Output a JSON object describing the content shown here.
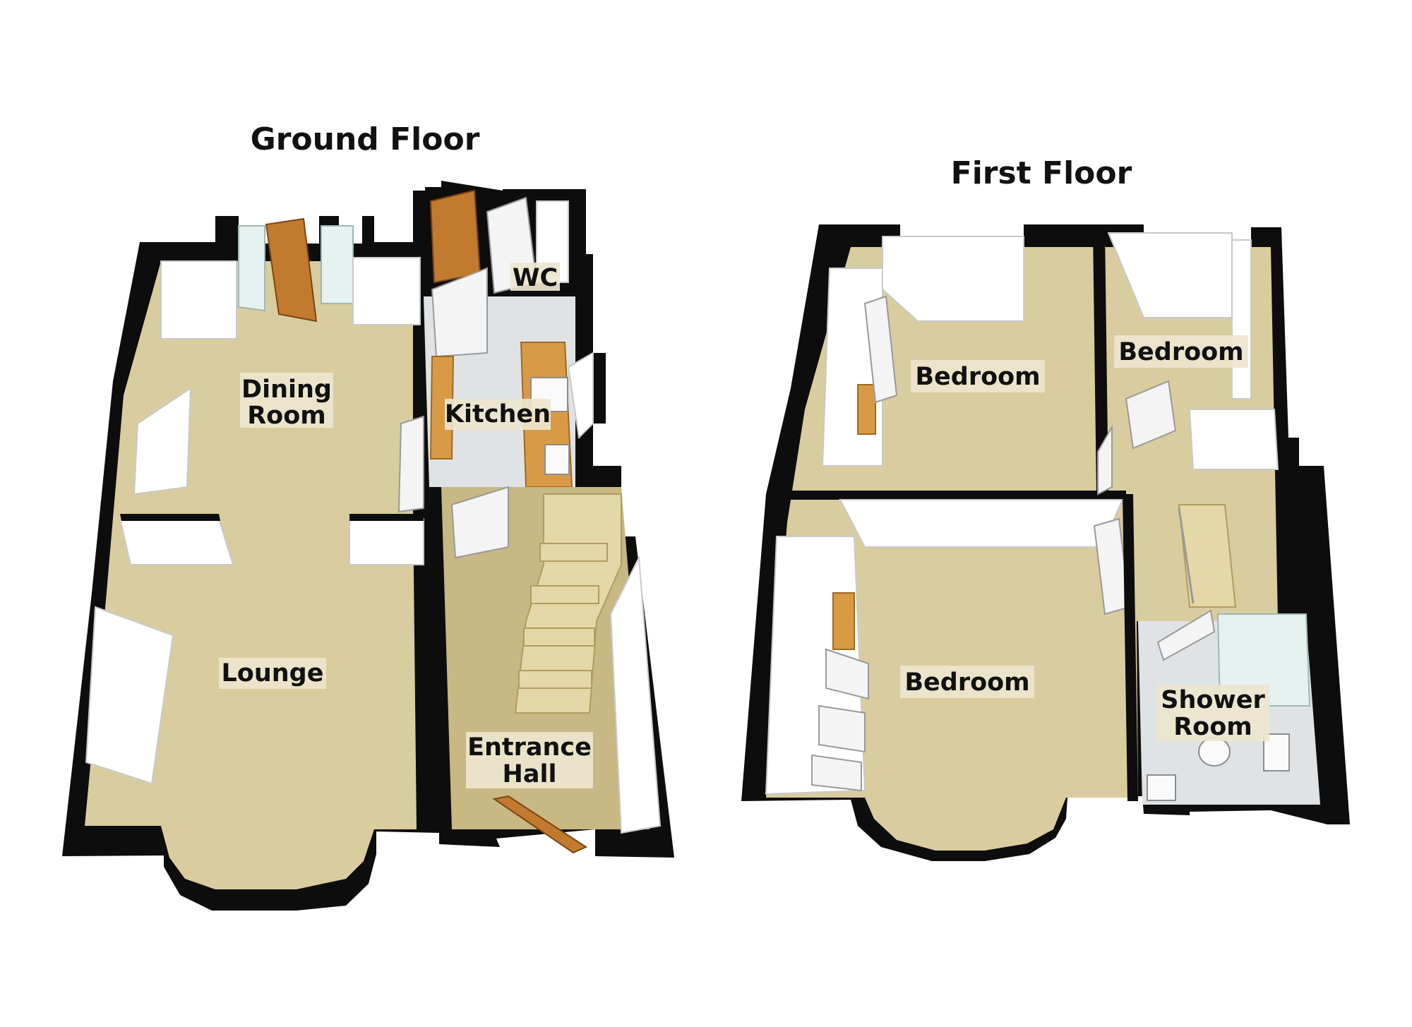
{
  "floors": {
    "ground": {
      "title": "Ground Floor",
      "rooms": {
        "dining_line1": "Dining",
        "dining_line2": "Room",
        "kitchen": "Kitchen",
        "wc": "WC",
        "lounge": "Lounge",
        "entrance_line1": "Entrance",
        "entrance_line2": "Hall"
      }
    },
    "first": {
      "title": "First Floor",
      "rooms": {
        "bedroom_left": "Bedroom",
        "bedroom_right": "Bedroom",
        "bedroom_main": "Bedroom",
        "shower_line1": "Shower",
        "shower_line2": "Room"
      }
    }
  },
  "colors": {
    "wall": "#0d0d0d",
    "carpet": "#d9cc9e",
    "tile": "#dfe3e6",
    "door_wood": "#c27a2e"
  }
}
